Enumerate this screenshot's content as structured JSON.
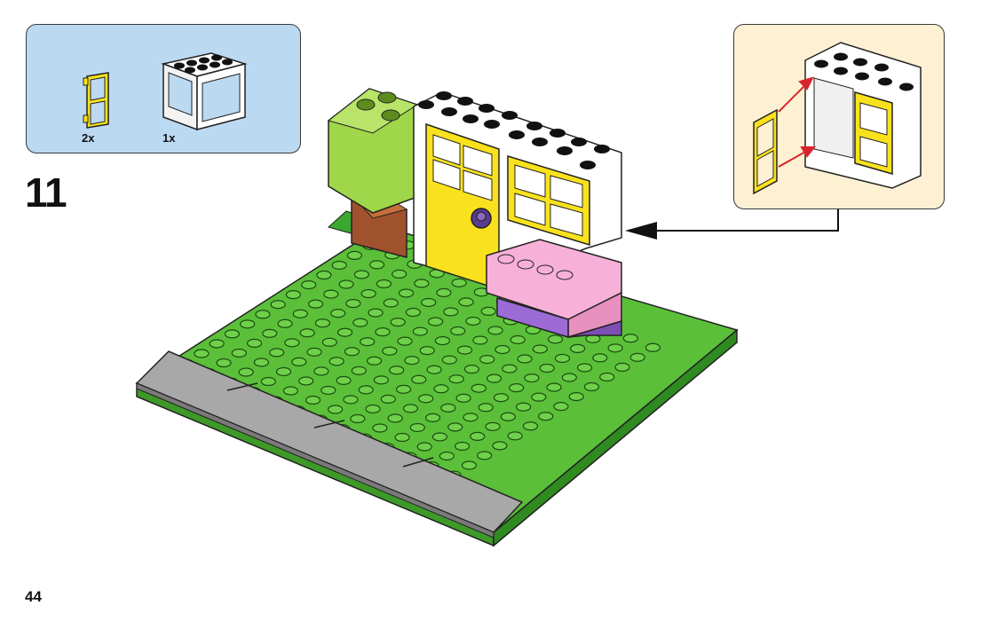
{
  "page": {
    "number": "44"
  },
  "step": {
    "number": "11"
  },
  "parts_list": {
    "items": [
      {
        "part": "door",
        "color": "#f9e21d",
        "quantity": "2x"
      },
      {
        "part": "window-frame",
        "color": "#ffffff",
        "quantity": "1x"
      }
    ]
  },
  "callout": {
    "arrow_color": "#d6262b"
  },
  "colors": {
    "parts_bg": "#bcd9f2",
    "callout_bg": "#fdf0d3",
    "baseplate": "#5bbf3a",
    "road": "#a8a8a8",
    "door": "#f9e21d",
    "pink": "#f7b0d8",
    "purple": "#7d4fb5",
    "tree_leaves": "#9fd64a",
    "trunk": "#a0522d"
  }
}
